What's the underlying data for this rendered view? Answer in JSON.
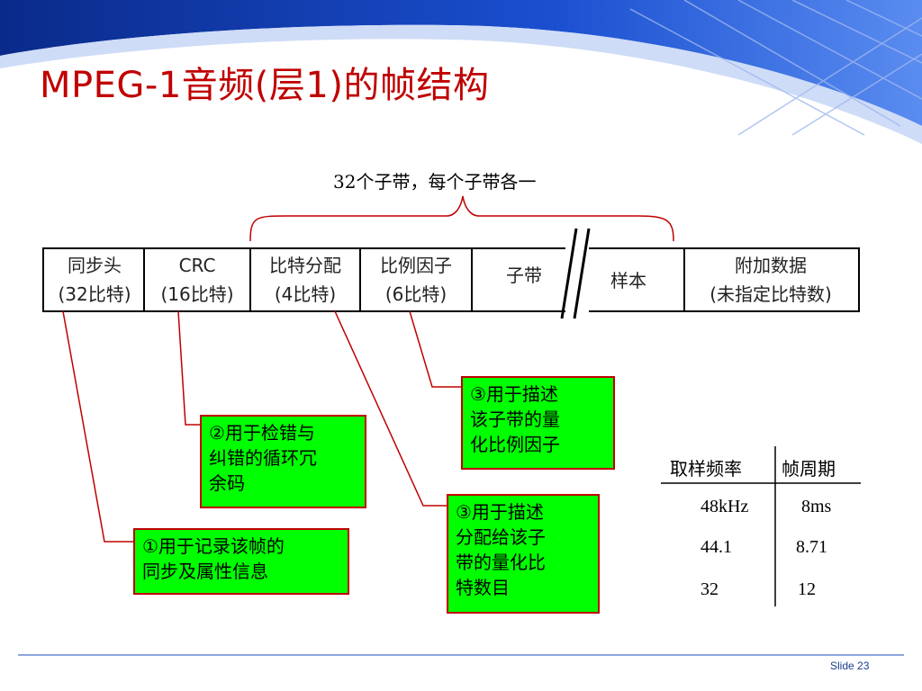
{
  "slide": {
    "title": "MPEG-1音频(层1)的帧结构",
    "brace_label": "32个子带，每个子带各一",
    "number_label": "Slide 23"
  },
  "frame_fields": [
    {
      "line1": "同步头",
      "line2": "(32比特)"
    },
    {
      "line1": "CRC",
      "line2": "(16比特)"
    },
    {
      "line1": "比特分配",
      "line2": "(4比特)"
    },
    {
      "line1": "比例因子",
      "line2": "(6比特)"
    },
    {
      "line1": "子带",
      "line2": ""
    },
    {
      "line1": "样本",
      "line2": ""
    },
    {
      "line1": "附加数据",
      "line2": "(未指定比特数)"
    }
  ],
  "callouts": {
    "sync": [
      "①用于记录该帧的",
      "同步及属性信息"
    ],
    "crc": [
      "②用于检错与",
      "纠错的循环冗",
      "余码"
    ],
    "alloc": [
      "③用于描述",
      "分配给该子",
      "带的量化比",
      "特数目"
    ],
    "scale": [
      "③用于描述",
      "该子带的量",
      "化比例因子"
    ]
  },
  "rate_table": {
    "headers": [
      "取样频率",
      "帧周期"
    ],
    "rows": [
      [
        "48kHz",
        "8ms"
      ],
      [
        "44.1",
        "8.71"
      ],
      [
        "32",
        "12"
      ]
    ]
  },
  "colors": {
    "title": "#c00000",
    "callout_fill": "#00ff00",
    "callout_border": "#c00000",
    "leader_line": "#c00000",
    "brace": "#c00000",
    "header_blue": "#1a4fb8"
  }
}
